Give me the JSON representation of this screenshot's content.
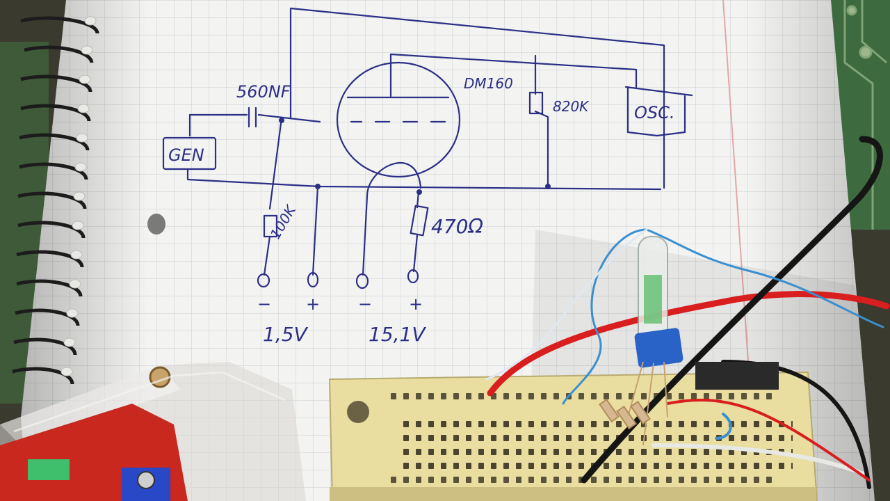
{
  "schematic": {
    "tube_label": "DM160",
    "capacitor_label": "560NF",
    "resistor_plate_label": "820K",
    "resistor_grid_label": "100K",
    "resistor_cathode_label": "470Ω",
    "generator_label": "GEN",
    "oscilloscope_label": "OSC.",
    "terminal_signs": [
      "−",
      "+",
      "−",
      "+"
    ],
    "supply_left": "1,5V",
    "supply_right": "15,1V"
  },
  "colors": {
    "paper": "#f3f3f1",
    "grid": "#c9ccd2",
    "ink": "#2b2f86",
    "breadboard": "#e9dea0",
    "wire_red": "#d81e1e",
    "wire_black": "#151515",
    "module_red": "#c8281e"
  }
}
